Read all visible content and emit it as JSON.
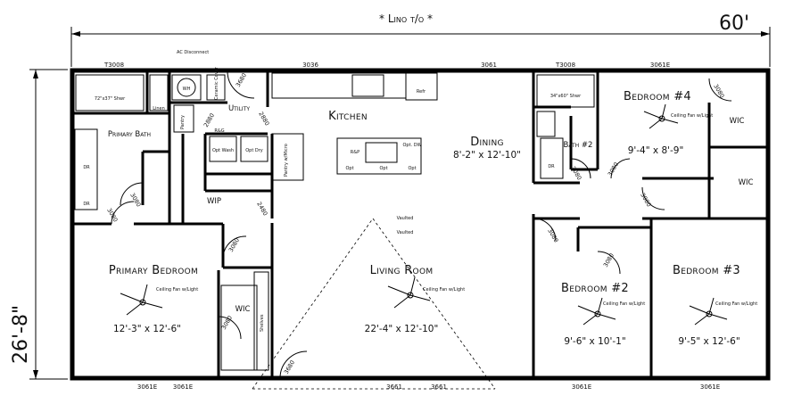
{
  "top_note": "* Lino t/o *",
  "overall_width": "60'",
  "overall_depth": "26'-8\"",
  "rooms": {
    "kitchen": "Kitchen",
    "dining": "Dining",
    "dining_size": "8'-2\" x 12'-10\"",
    "living": "Living Room",
    "living_size": "22'-4\" x 12'-10\"",
    "primary_bedroom": "Primary Bedroom",
    "primary_bedroom_size": "12'-3\" x 12'-6\"",
    "primary_bath": "Primary Bath",
    "utility": "Utility",
    "wip": "WIP",
    "wic_primary": "WIC",
    "bedroom2": "Bedroom #2",
    "bedroom2_size": "9'-6\" x 10'-1\"",
    "bedroom3": "Bedroom #3",
    "bedroom3_size": "9'-5\" x 12'-6\"",
    "bedroom4": "Bedroom #4",
    "bedroom4_size": "9'-4\" x 8'-9\"",
    "bath2": "Bath #2",
    "wic_b4": "WIC",
    "wic_b3": "WIC"
  },
  "fixtures": {
    "shower_primary": "72\"x37\" Shwr",
    "shower_b2": "34\"x60\" Shwr",
    "linen": "Linen",
    "wh": "WH",
    "ac_disconnect": "AC Disconnect",
    "opt_wash": "Opt Wash",
    "opt_dry": "Opt Dry",
    "pantry": "Pantry",
    "pantry_micro": "Pantry w/Micro",
    "refr": "Refr",
    "rp": "R&P",
    "opt_dw": "Opt. DW",
    "opt_1": "Opt",
    "opt_2": "Opt",
    "opt_3": "Opt",
    "vaulted_1": "Vaulted",
    "vaulted_2": "Vaulted",
    "ceiling_fan": "Ceiling Fan w/Light",
    "dr_1": "DR",
    "dr_2": "DR",
    "dr_3": "DR",
    "shelves": "Shelves",
    "rag": "R&G",
    "ceramic_cover": "Ceramic Cover"
  },
  "windows": {
    "t3008_left": "T3008",
    "w3036": "3036",
    "w3061_top": "3061",
    "t3008_right": "T3008",
    "w3061e_top": "3061E",
    "w3061e_b1": "3061E",
    "w3061e_b2": "3061E",
    "w3661_1": "3661",
    "w3661_2": "3661",
    "w3061e_b3": "3061E",
    "w3061e_b4": "3061E"
  },
  "doors": {
    "d3080_bath": "3080",
    "d3080_pbed": "3080",
    "d3080_util": "3680",
    "d2880": "2880",
    "d2880b": "2880",
    "d2480": "2480",
    "d3080_wic": "3080",
    "d3080_pbwic": "3080",
    "d3680_front": "3680",
    "d3080_b2bath": "3080",
    "d3080_b4": "3080",
    "d3080_b4wic": "3080",
    "d3080_hall": "3080",
    "d3080_b2": "3080",
    "d3080_b2wic": "3080"
  }
}
